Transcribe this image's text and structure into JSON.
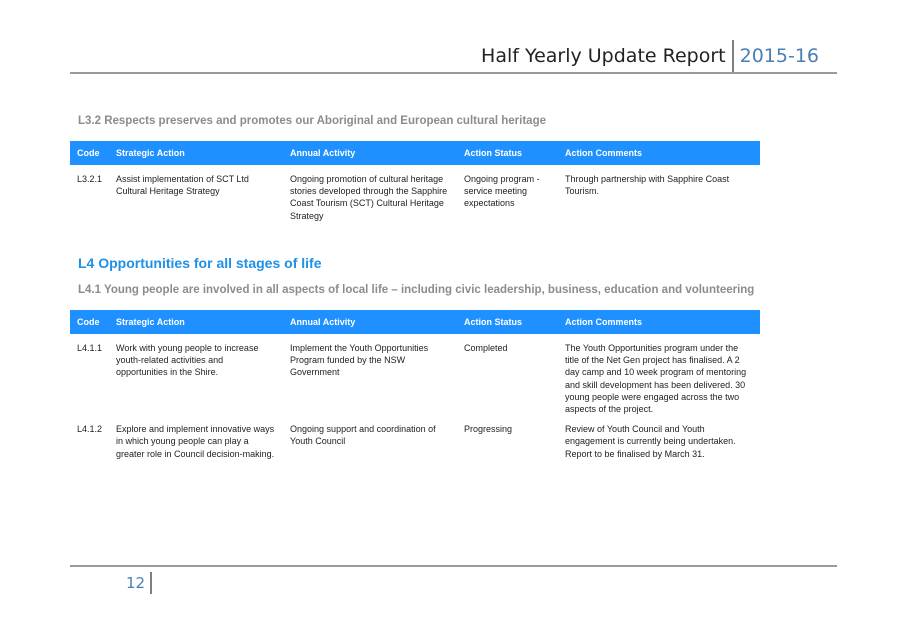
{
  "header": {
    "title": "Half Yearly Update Report",
    "year": "2015-16"
  },
  "sections": [
    {
      "heading": "L3.2 Respects preserves and promotes our Aboriginal and European cultural heritage",
      "columns": [
        "Code",
        "Strategic Action",
        "Annual Activity",
        "Action Status",
        "Action Comments"
      ],
      "rows": [
        {
          "code": "L3.2.1",
          "strategic_action": "Assist implementation of SCT Ltd Cultural Heritage Strategy",
          "annual_activity": "Ongoing promotion of cultural heritage stories developed through the Sapphire Coast Tourism (SCT) Cultural Heritage Strategy",
          "status": "Ongoing program - service meeting expectations",
          "comments": "Through partnership with Sapphire Coast Tourism."
        }
      ]
    },
    {
      "main_heading": "L4 Opportunities for all stages of life",
      "heading": "L4.1 Young people are involved in all aspects of local life – including civic leadership, business, education and volunteering",
      "columns": [
        "Code",
        "Strategic Action",
        "Annual Activity",
        "Action Status",
        "Action Comments"
      ],
      "rows": [
        {
          "code": "L4.1.1",
          "strategic_action": "Work with young people to increase youth-related activities and opportunities in the Shire.",
          "annual_activity": "Implement the Youth Opportunities Program funded by the NSW Government",
          "status": "Completed",
          "comments": "The Youth Opportunities program under the title of the Net Gen project has finalised. A 2 day camp and 10 week program of mentoring and skill development has been delivered.  30 young people were engaged across the two aspects of the project."
        },
        {
          "code": "L4.1.2",
          "strategic_action": "Explore and implement innovative ways in which young people can play a greater role in Council decision-making.",
          "annual_activity": "Ongoing support and coordination of Youth Council",
          "status": "Progressing",
          "comments": "Review of Youth Council and Youth engagement is currently being undertaken. Report to be finalised by March 31."
        }
      ]
    }
  ],
  "footer": {
    "page_number": "12"
  }
}
